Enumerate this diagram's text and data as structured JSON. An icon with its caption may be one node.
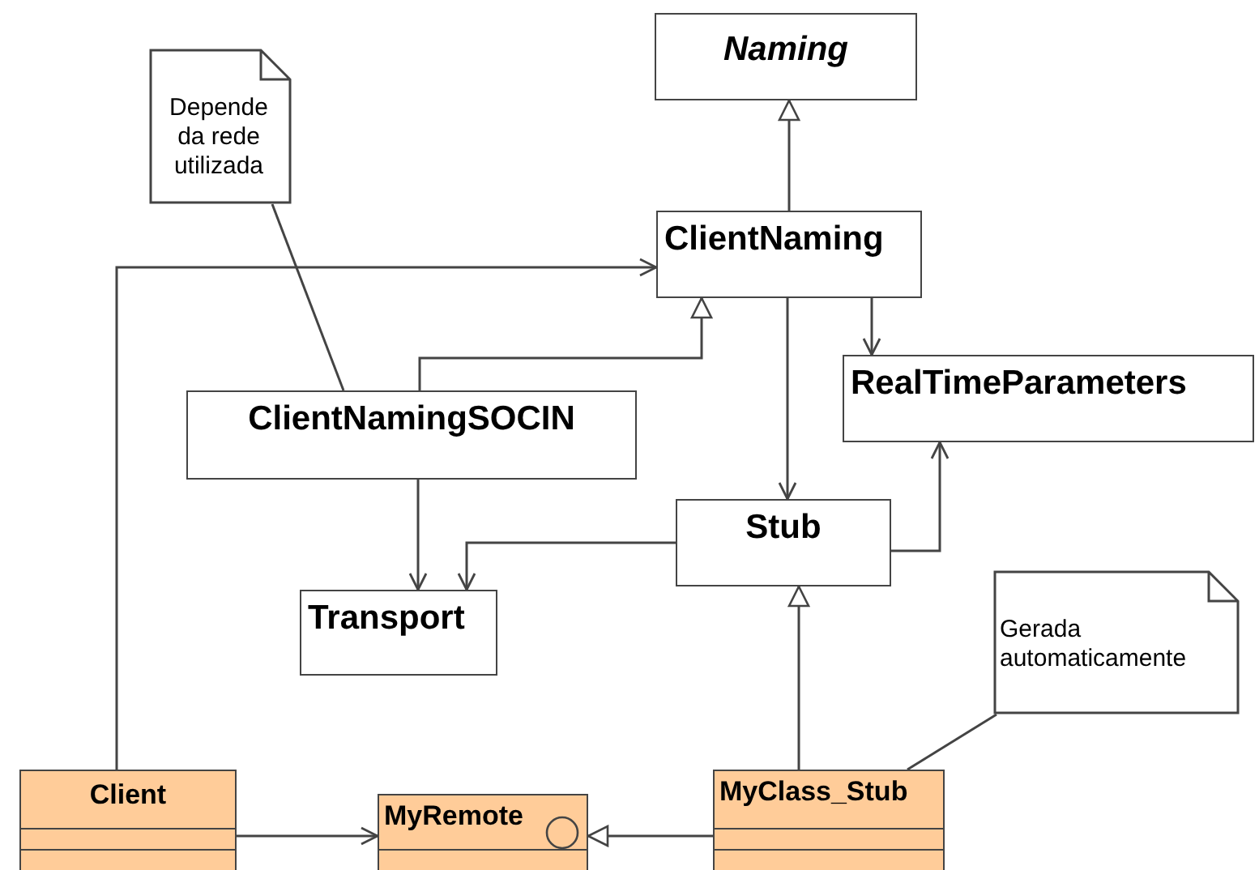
{
  "diagram": {
    "nodes": [
      {
        "text": [
          "Naming"
        ]
      },
      {
        "text": [
          "Depende da rede utilizada"
        ]
      },
      {
        "text": [
          "ClientNaming"
        ]
      },
      {
        "text": [
          "ClientNamingSOCIN"
        ]
      },
      {
        "text": [
          "RealTimeParameters"
        ]
      },
      {
        "text": [
          "Stub"
        ]
      },
      {
        "text": [
          "Transport"
        ]
      },
      {
        "text": [
          "Gerada automaticamente"
        ]
      },
      {
        "text": [
          "Client"
        ]
      },
      {
        "text": [
          "MyRemote"
        ]
      },
      {
        "text": [
          "MyClass_Stub"
        ]
      }
    ],
    "edges": [
      {
        "from": 2,
        "to": 0,
        "arrow": "to"
      },
      {
        "from": 3,
        "to": 2,
        "arrow": "to"
      },
      {
        "from": 8,
        "to": 2,
        "arrow": "to"
      },
      {
        "from": 2,
        "to": 4,
        "arrow": "to"
      },
      {
        "from": 2,
        "to": 5,
        "arrow": "to"
      },
      {
        "from": 3,
        "to": 6,
        "arrow": "to"
      },
      {
        "from": 5,
        "to": 6,
        "arrow": "to"
      },
      {
        "from": 5,
        "to": 4,
        "arrow": "to"
      },
      {
        "from": 10,
        "to": 5,
        "arrow": "to"
      },
      {
        "from": 8,
        "to": 9,
        "arrow": "to"
      },
      {
        "from": 10,
        "to": 9,
        "arrow": "to"
      },
      {
        "from": 1,
        "to": 3,
        "arrow": "none"
      },
      {
        "from": 7,
        "to": 10,
        "arrow": "none"
      }
    ]
  }
}
